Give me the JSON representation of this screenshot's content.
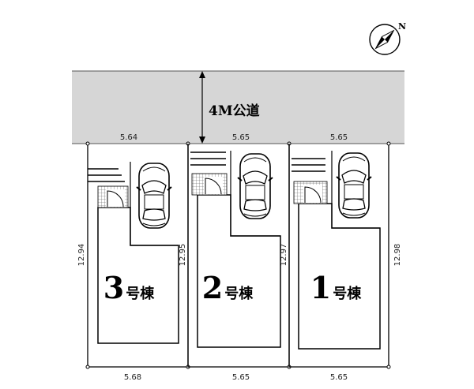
{
  "road": {
    "label": "4M公道"
  },
  "compass": {
    "label": "N",
    "icon": "north-arrow-icon"
  },
  "lots": [
    {
      "id": "lot-3",
      "number": "3",
      "suffix": "号棟",
      "front_width": "5.64",
      "rear_width": "5.68",
      "depth": "12.94"
    },
    {
      "id": "lot-2",
      "number": "2",
      "suffix": "号棟",
      "front_width": "5.65",
      "rear_width": "5.65",
      "depth": "12.95"
    },
    {
      "id": "lot-1",
      "number": "1",
      "suffix": "号棟",
      "front_width": "5.65",
      "rear_width": "5.65",
      "depth": "12.97"
    }
  ],
  "right_depth": "12.98",
  "icons": [
    "car-icon",
    "stairs-icon",
    "door-swing-icon",
    "north-arrow-icon"
  ]
}
